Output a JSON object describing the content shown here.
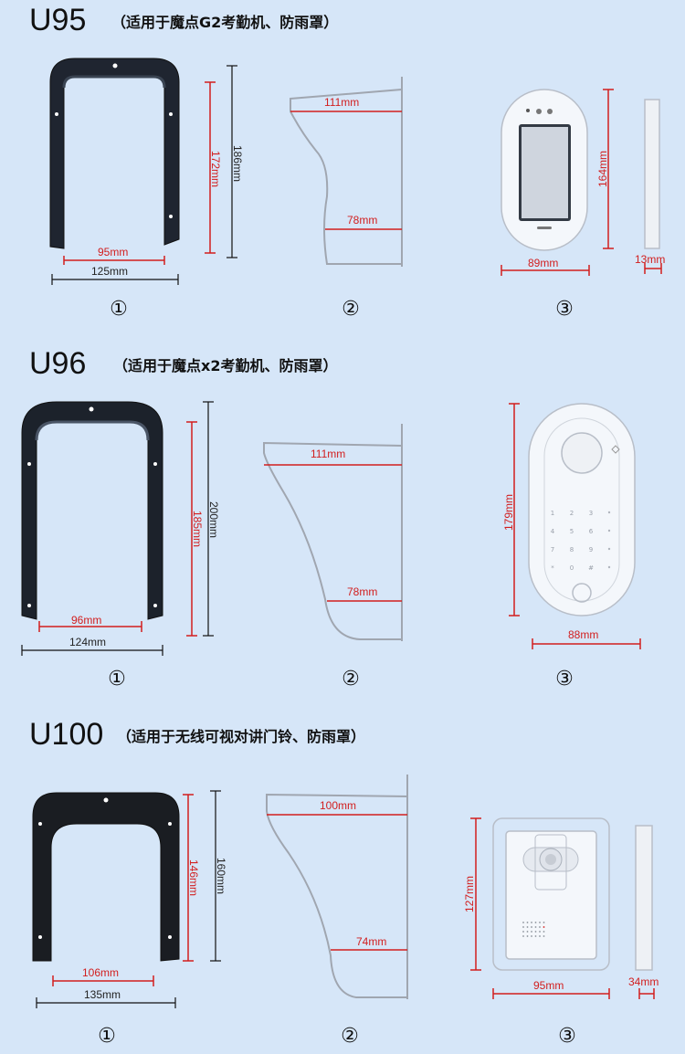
{
  "sections": [
    {
      "model": "U95",
      "subtitle": "（适用于魔点G2考勤机、防雨罩）",
      "front": {
        "inner_width": "95mm",
        "outer_width": "125mm",
        "inner_height": "172mm",
        "outer_height": "186mm"
      },
      "side": {
        "top_depth": "111mm",
        "bottom_depth": "78mm"
      },
      "device": {
        "height": "164mm",
        "width": "89mm",
        "thickness": "13mm"
      },
      "markers": [
        "①",
        "②",
        "③"
      ]
    },
    {
      "model": "U96",
      "subtitle": "（适用于魔点x2考勤机、防雨罩）",
      "front": {
        "inner_width": "96mm",
        "outer_width": "124mm",
        "inner_height": "185mm",
        "outer_height": "200mm"
      },
      "side": {
        "top_depth": "111mm",
        "bottom_depth": "78mm"
      },
      "device": {
        "height": "179mm",
        "width": "88mm",
        "keys": [
          "1",
          "2",
          "3",
          "4",
          "5",
          "6",
          "7",
          "8",
          "9",
          "*",
          "0",
          "#"
        ]
      },
      "markers": [
        "①",
        "②",
        "③"
      ]
    },
    {
      "model": "U100",
      "subtitle": "（适用于无线可视对讲门铃、防雨罩）",
      "front": {
        "inner_width": "106mm",
        "outer_width": "135mm",
        "inner_height": "146mm",
        "outer_height": "160mm"
      },
      "side": {
        "top_depth": "100mm",
        "bottom_depth": "74mm"
      },
      "device": {
        "height": "127mm",
        "width": "95mm",
        "thickness": "34mm"
      },
      "markers": [
        "①",
        "②",
        "③"
      ]
    }
  ]
}
